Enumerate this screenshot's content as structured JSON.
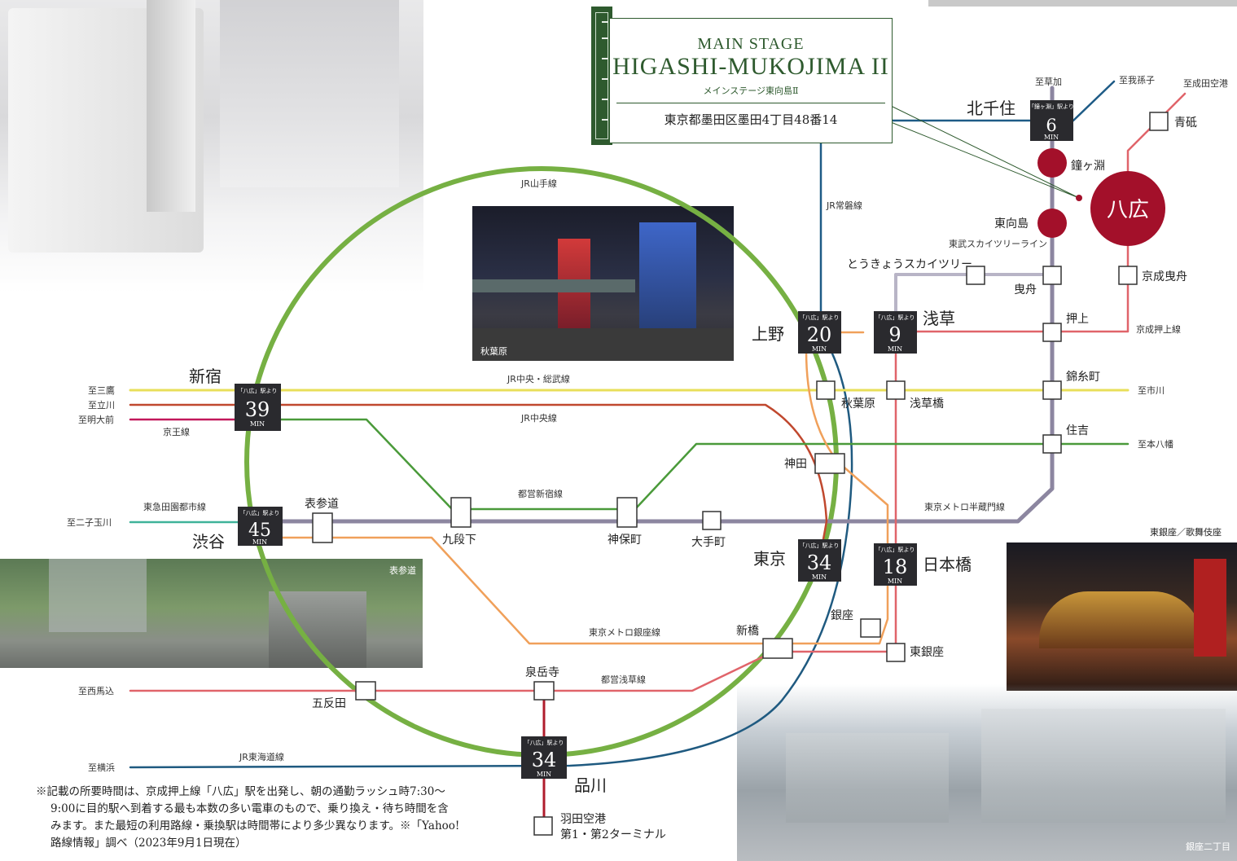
{
  "property": {
    "title_en_1": "MAIN STAGE",
    "title_en_2": "HIGASHI-MUKOJIMA II",
    "title_ja": "メインステージ東向島Ⅱ",
    "address": "東京都墨田区墨田4丁目48番14"
  },
  "origin_station": "八広",
  "badge": {
    "header": "「八広」駅より",
    "header_kanegafuchi": "「鐘ヶ淵」駅より",
    "unit": "MIN"
  },
  "hubs": {
    "shinjuku": {
      "name": "新宿",
      "minutes": "39"
    },
    "shibuya": {
      "name": "渋谷",
      "minutes": "45"
    },
    "ueno": {
      "name": "上野",
      "minutes": "20"
    },
    "asakusa": {
      "name": "浅草",
      "minutes": "9"
    },
    "tokyo": {
      "name": "東京",
      "minutes": "34"
    },
    "nihombashi": {
      "name": "日本橋",
      "minutes": "18"
    },
    "shinagawa": {
      "name": "品川",
      "minutes": "34"
    },
    "kitasenju": {
      "name": "北千住",
      "minutes": "6"
    }
  },
  "stations": {
    "kanegafuchi": "鐘ヶ淵",
    "higashimukojima": "東向島",
    "aoto": "青砥",
    "keisei_hikifune": "京成曳舟",
    "hikifune": "曳舟",
    "oshiage": "押上",
    "kinshicho": "錦糸町",
    "sumiyoshi": "住吉",
    "akihabara": "秋葉原",
    "asakusabashi": "浅草橋",
    "kanda": "神田",
    "kudanshita": "九段下",
    "jimbocho": "神保町",
    "otemachi": "大手町",
    "omotesando": "表参道",
    "ginza": "銀座",
    "shimbashi": "新橋",
    "higashiginza": "東銀座",
    "sengakuji": "泉岳寺",
    "gotanda": "五反田",
    "tokyo_skytree": "とうきょうスカイツリー",
    "haneda_1": "羽田空港",
    "haneda_2": "第1・第2ターミナル"
  },
  "lines": {
    "yamanote": "JR山手線",
    "joban": "JR常磐線",
    "tobu_skytree": "東武スカイツリーライン",
    "chuo_sobu": "JR中央・総武線",
    "chuo": "JR中央線",
    "keio": "京王線",
    "toei_shinjuku": "都営新宿線",
    "hanzomon": "東京メトロ半蔵門線",
    "den_en_toshi": "東急田園都市線",
    "ginza_line": "東京メトロ銀座線",
    "toei_asakusa": "都営浅草線",
    "tokaido": "JR東海道線",
    "keisei_oshiage": "京成押上線"
  },
  "directions": {
    "soka": "至草加",
    "abiko": "至我孫子",
    "narita": "至成田空港",
    "mitaka": "至三鷹",
    "tachikawa": "至立川",
    "meidaimae": "至明大前",
    "ichikawa": "至市川",
    "motoyawata": "至本八幡",
    "futakotamagawa": "至二子玉川",
    "nishimagome": "至西馬込",
    "yokohama": "至横浜"
  },
  "photos": {
    "akihabara": "秋葉原",
    "omotesando": "表参道",
    "kabukiza": "東銀座／歌舞伎座",
    "ginza": "銀座二丁目"
  },
  "note": {
    "line1": "※記載の所要時間は、京成押上線「八広」駅を出発し、朝の通勤ラッシュ時7:30〜",
    "line2": "9:00に目的駅へ到着する最も本数の多い電車のもので、乗り換え・待ち時間を含",
    "line3": "みます。また最短の利用路線・乗換駅は時間帯により多少異なります。※「Yahoo!",
    "line4": "路線情報」調べ（2023年9月1日現在）"
  },
  "colors": {
    "yamanote": "#76b043",
    "joban": "#1e5b86",
    "tobu": "#9c96b0",
    "chuo_sobu": "#e8df5a",
    "chuo": "#c0482e",
    "keio": "#c2185b",
    "toei_shinjuku": "#4a9a3a",
    "hanzomon": "#7a6f8a",
    "den_en_toshi": "#3fb39a",
    "ginza_line": "#f0a05a",
    "toei_asakusa": "#e0646a",
    "tokaido": "#1f5a80",
    "keikyu": "#b01c2c",
    "origin": "#a3102a",
    "brand": "#2e5a2e"
  }
}
